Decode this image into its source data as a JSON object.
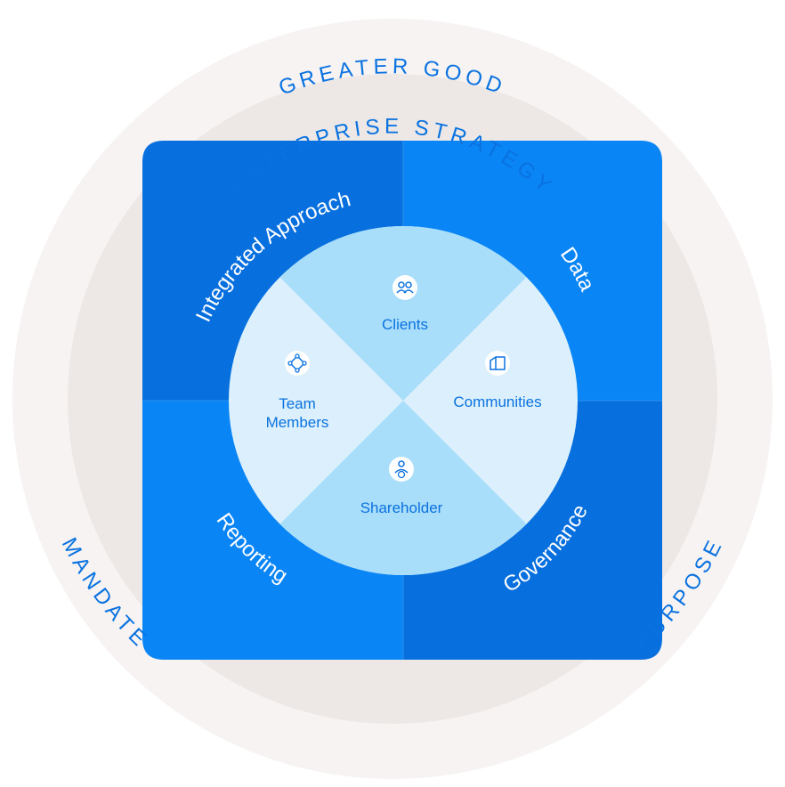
{
  "outer_ring": {
    "top_label": "GREATER GOOD",
    "left_label": "MANDATE",
    "right_label": "PURPOSE"
  },
  "middle_ring": {
    "label": "ENTERPRISE STRATEGY"
  },
  "quadrant_band": {
    "top_left": "Integrated Approach",
    "top_right": "Data",
    "bottom_left": "Reporting",
    "bottom_right": "Governance"
  },
  "core": {
    "top": {
      "label": "Clients",
      "icon": "clients-icon"
    },
    "right": {
      "label": "Communities",
      "icon": "communities-icon"
    },
    "bottom": {
      "label": "Shareholder",
      "icon": "shareholder-icon"
    },
    "left": {
      "line1": "Team",
      "line2": "Members",
      "icon": "team-members-icon"
    }
  },
  "colors": {
    "outer_ring": "#f6f3f2",
    "middle_ring": "#ede8e6",
    "band_dark": "#076fde",
    "band_light": "#0a85f5",
    "core_light": "#dbf0fc",
    "core_mid": "#a9defa",
    "accent": "#0a72e0"
  }
}
